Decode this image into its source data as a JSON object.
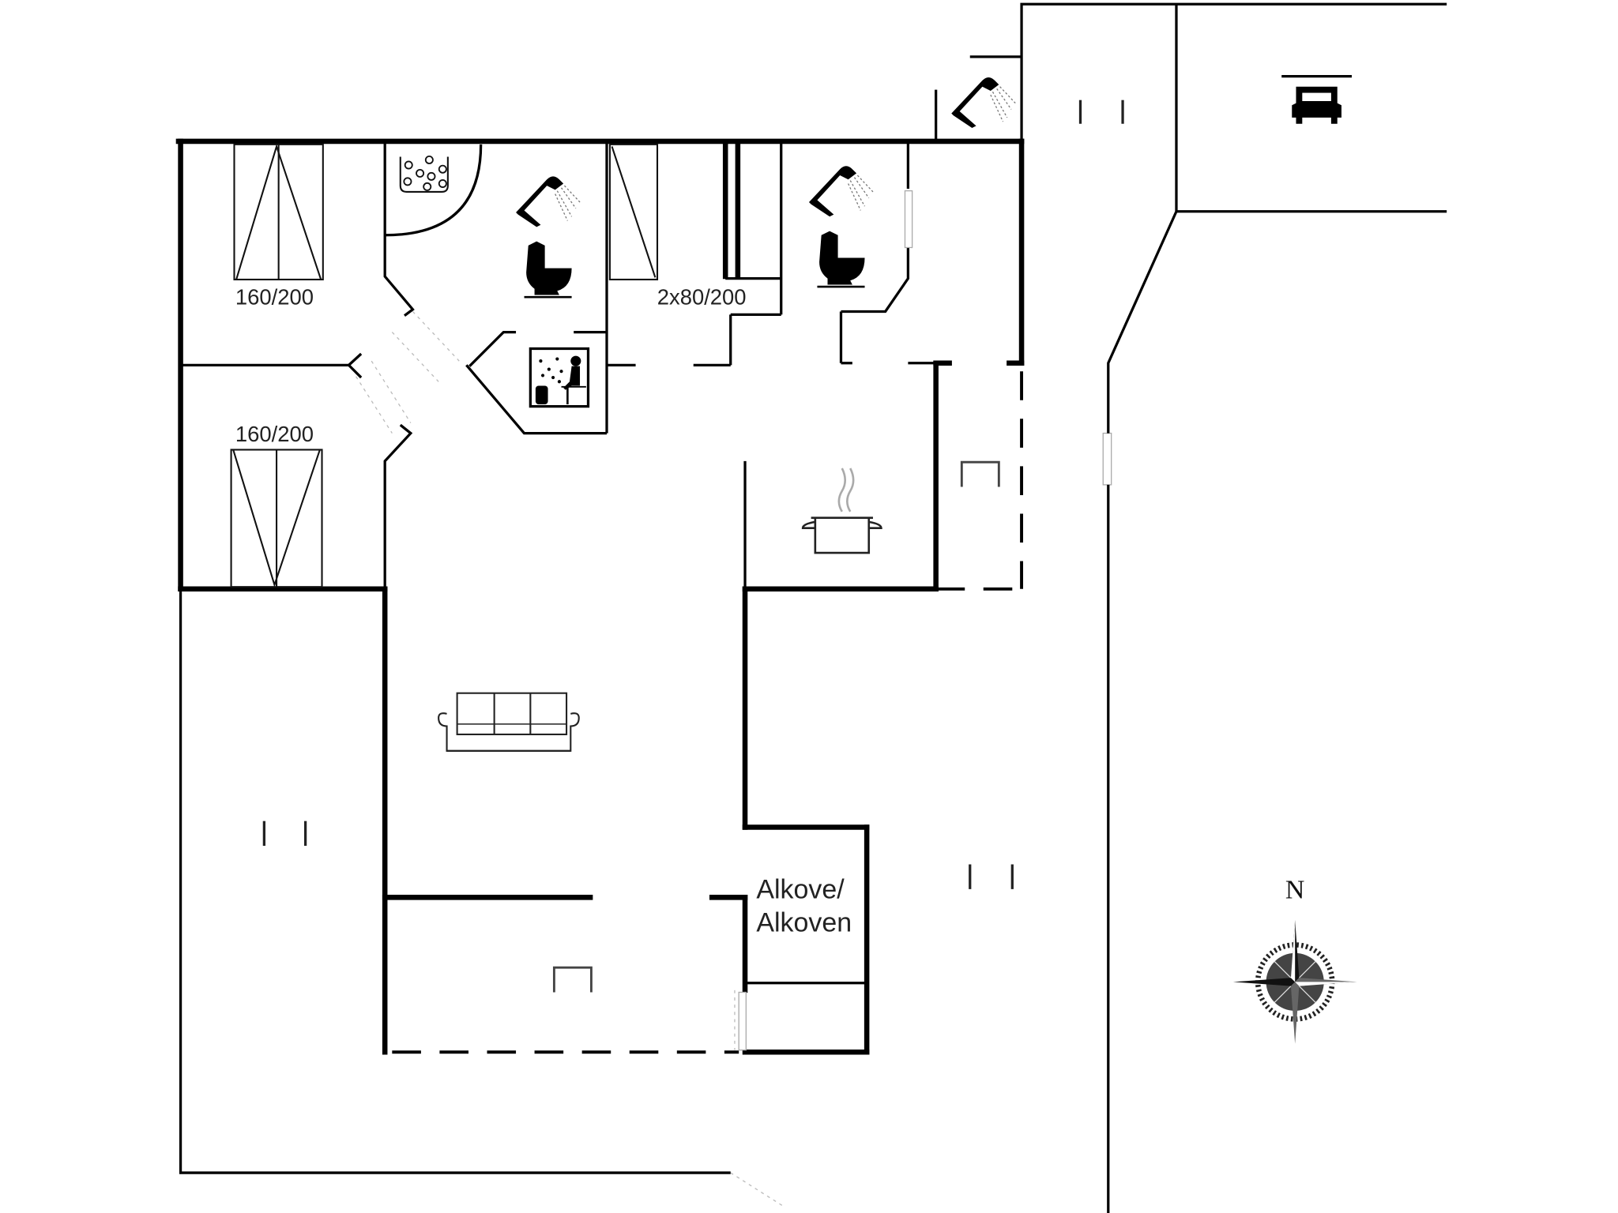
{
  "plan": {
    "labels": {
      "bed1": "160/200",
      "bed2": "160/200",
      "bed3": "2x80/200",
      "alcove_line1": "Alkove/",
      "alcove_line2": "Alkoven"
    },
    "compass": {
      "north_label": "N"
    },
    "icons": [
      "whirlpool-icon",
      "shower-icon",
      "toilet-icon",
      "sauna-icon",
      "cooking-pot-icon",
      "sofa-icon",
      "car-icon",
      "compass-rose-icon"
    ],
    "colors": {
      "line": "#000000",
      "background": "#ffffff"
    }
  }
}
